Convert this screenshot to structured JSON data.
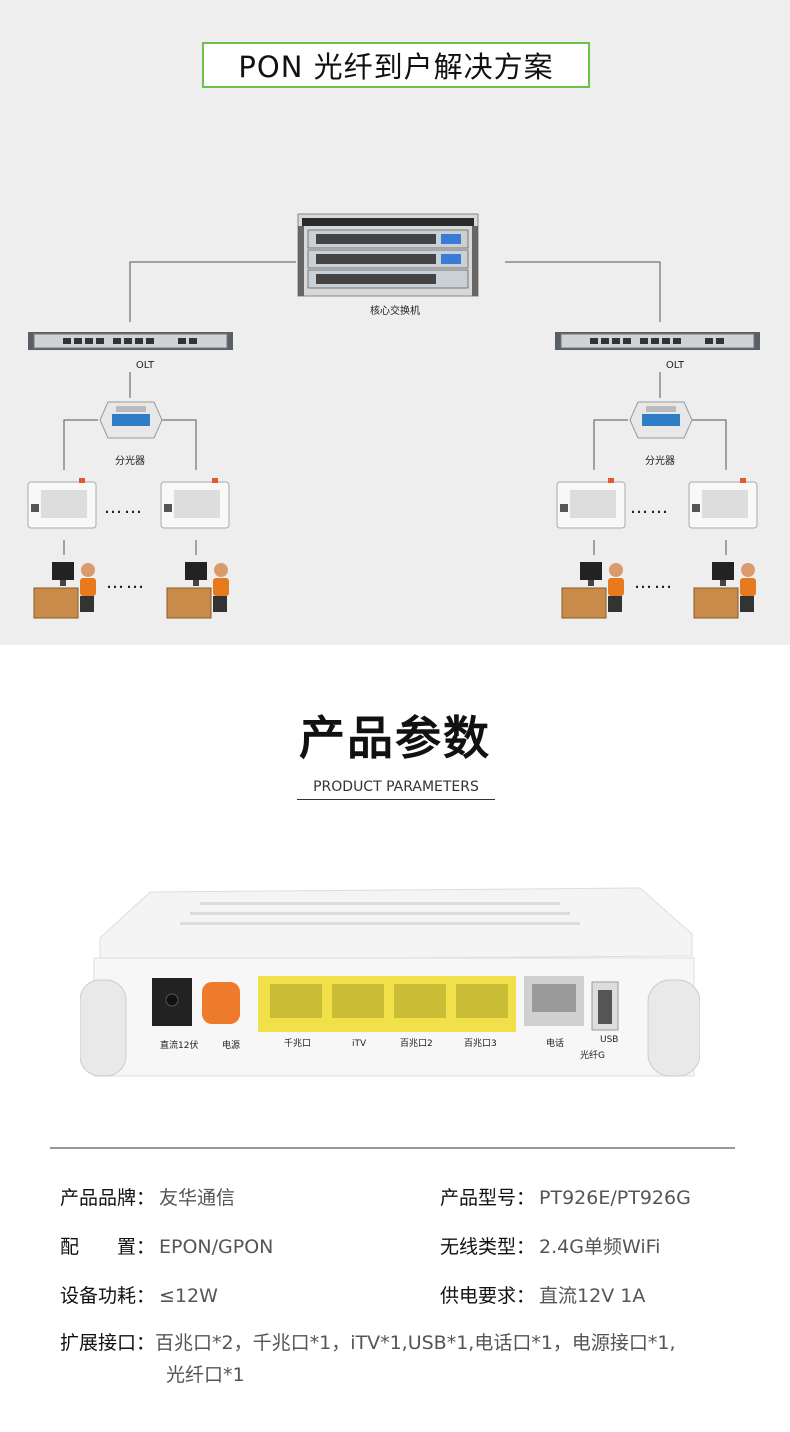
{
  "diagram": {
    "title": "PON 光纤到户解决方案",
    "core_switch_label": "核心交换机",
    "olt_label": "OLT",
    "splitter_label": "分光器",
    "ellipsis": "……"
  },
  "section": {
    "title": "产品参数",
    "subtitle": "PRODUCT PARAMETERS"
  },
  "product_photo": {
    "port_labels": {
      "dc": "直流12伏",
      "power": "电源",
      "gig": "千兆口",
      "itv": "iTV",
      "fe2": "百兆口2",
      "fe3": "百兆口3",
      "phone": "电话",
      "usb": "USB",
      "fiber": "光纤G"
    }
  },
  "params": {
    "brand_key": "产品品牌：",
    "brand_val": "友华通信",
    "model_key": "产品型号：",
    "model_val": "PT926E/PT926G",
    "config_key": "配　　置：",
    "config_val": "EPON/GPON",
    "wifi_key": "无线类型：",
    "wifi_val": "2.4G单频WiFi",
    "power_key": "设备功耗：",
    "power_val": "≤12W",
    "supply_key": "供电要求：",
    "supply_val": "直流12V 1A",
    "ports_key": "扩展接口：",
    "ports_val": "百兆口*2，千兆口*1，iTV*1,USB*1,电话口*1，电源接口*1,",
    "ports_val2": "光纤口*1"
  }
}
